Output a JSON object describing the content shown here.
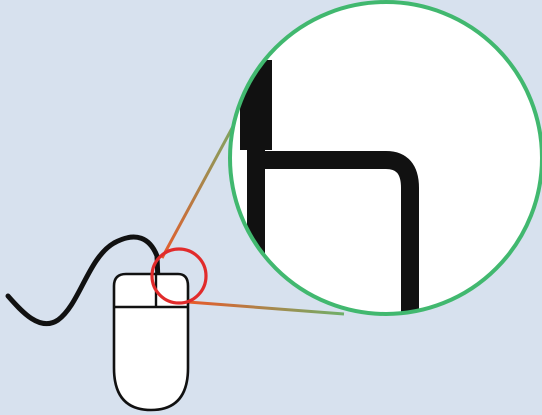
{
  "illustration": {
    "subject": "computer-mouse-zoom",
    "colors": {
      "background": "#d7e1ee",
      "outline": "#111111",
      "mouse_fill": "#ffffff",
      "zoom_ring": "#41b86f",
      "focus_ring": "#e12b2b",
      "connector_start": "#e85a2a",
      "connector_end": "#6db06a",
      "magnified_interior": "#ffffff"
    },
    "icons": {
      "mouse": "mouse-icon",
      "cable": "mouse-cable",
      "focus": "focus-circle",
      "magnifier": "magnifier-circle"
    }
  }
}
